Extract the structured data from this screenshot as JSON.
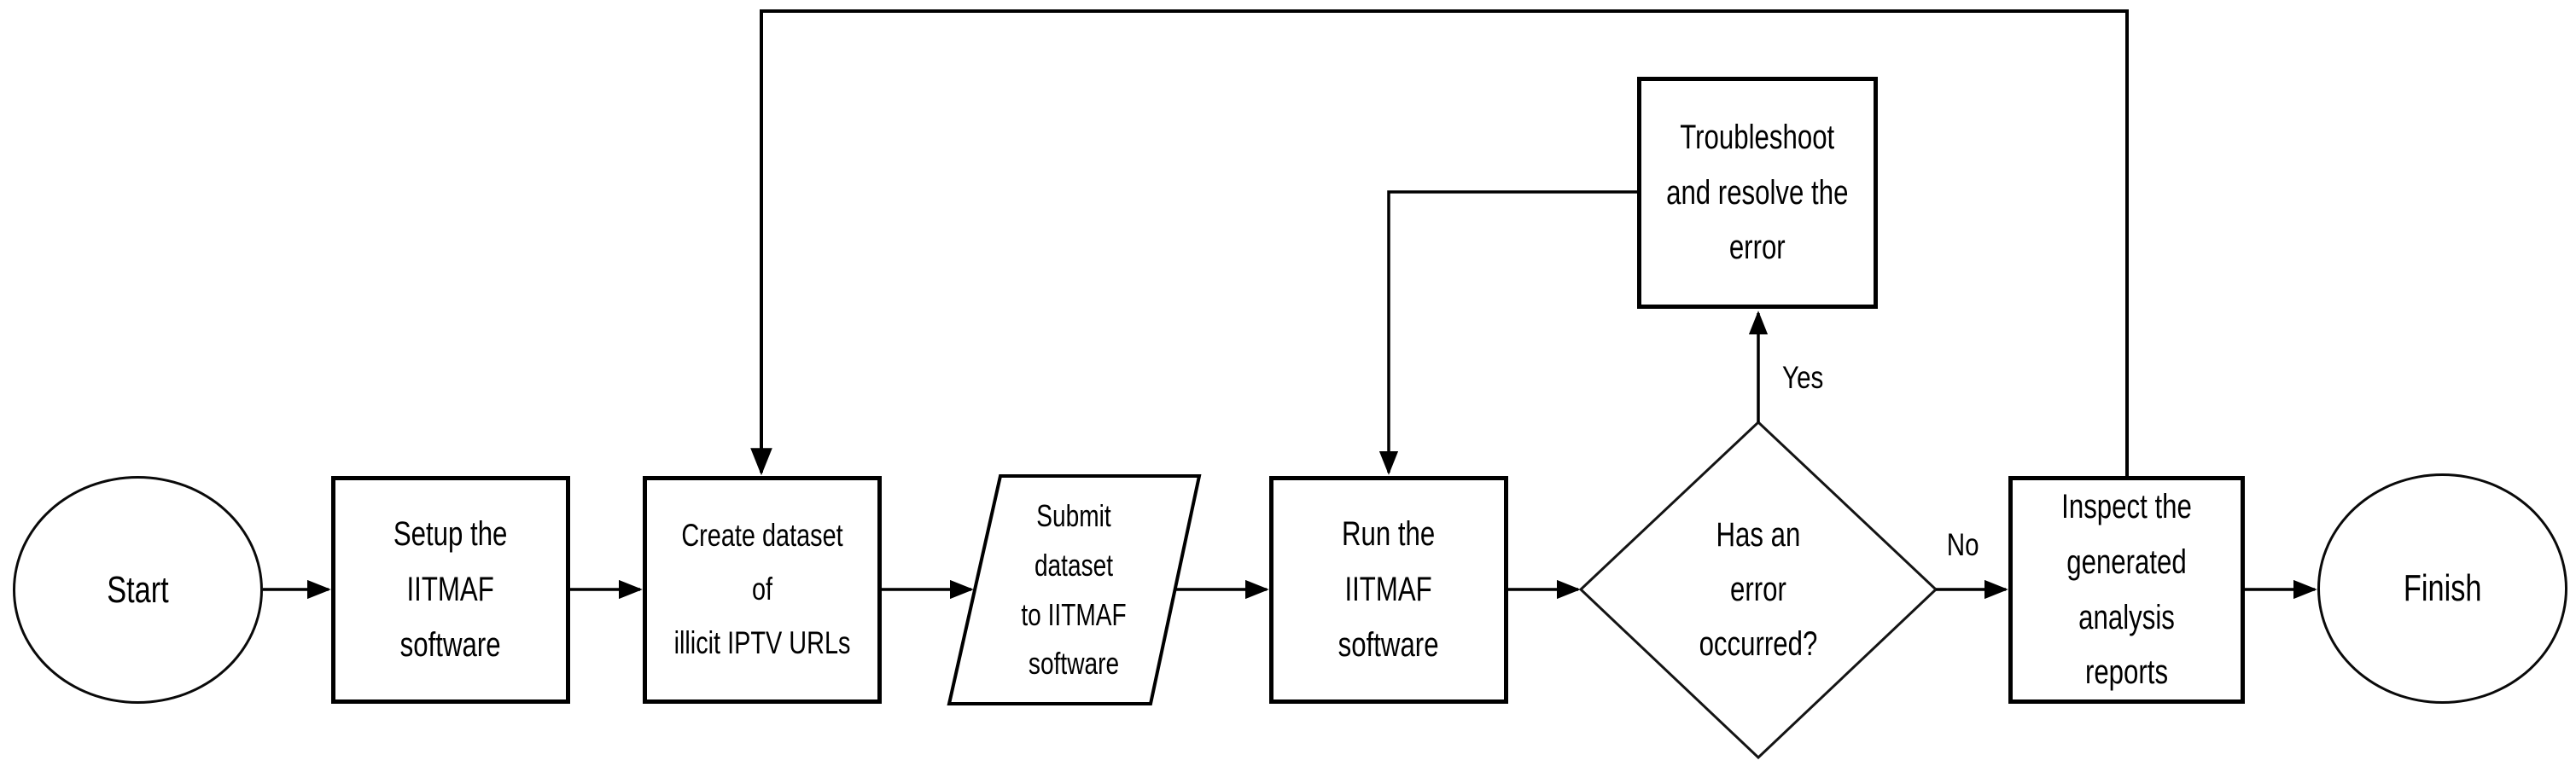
{
  "diagram": {
    "type": "flowchart",
    "background": "#ffffff",
    "stroke_color": "#000000",
    "fill_color": "#ffffff",
    "nodes": {
      "start": {
        "shape": "terminator",
        "label": "Start"
      },
      "setup": {
        "shape": "process",
        "label": "Setup the\nIITMAF\nsoftware"
      },
      "create_dataset": {
        "shape": "process",
        "label": "Create dataset of\nillicit IPTV URLs"
      },
      "submit_dataset": {
        "shape": "input-output",
        "label": "Submit\ndataset\nto IITMAF\nsoftware"
      },
      "run": {
        "shape": "process",
        "label": "Run the\nIITMAF\nsoftware"
      },
      "error_decision": {
        "shape": "decision",
        "label": "Has an\nerror\noccurred?"
      },
      "troubleshoot": {
        "shape": "process",
        "label": "Troubleshoot\nand resolve the\nerror"
      },
      "inspect": {
        "shape": "process",
        "label": "Inspect the\ngenerated\nanalysis reports"
      },
      "finish": {
        "shape": "terminator",
        "label": "Finish"
      }
    },
    "edge_labels": {
      "yes": "Yes",
      "no": "No"
    },
    "edges": [
      {
        "from": "start",
        "to": "setup",
        "label": ""
      },
      {
        "from": "setup",
        "to": "create_dataset",
        "label": ""
      },
      {
        "from": "create_dataset",
        "to": "submit_dataset",
        "label": ""
      },
      {
        "from": "submit_dataset",
        "to": "run",
        "label": ""
      },
      {
        "from": "run",
        "to": "error_decision",
        "label": ""
      },
      {
        "from": "error_decision",
        "to": "troubleshoot",
        "label": "Yes"
      },
      {
        "from": "troubleshoot",
        "to": "run",
        "label": ""
      },
      {
        "from": "error_decision",
        "to": "inspect",
        "label": "No"
      },
      {
        "from": "inspect",
        "to": "finish",
        "label": ""
      },
      {
        "from": "inspect",
        "to": "create_dataset",
        "label": ""
      }
    ]
  }
}
